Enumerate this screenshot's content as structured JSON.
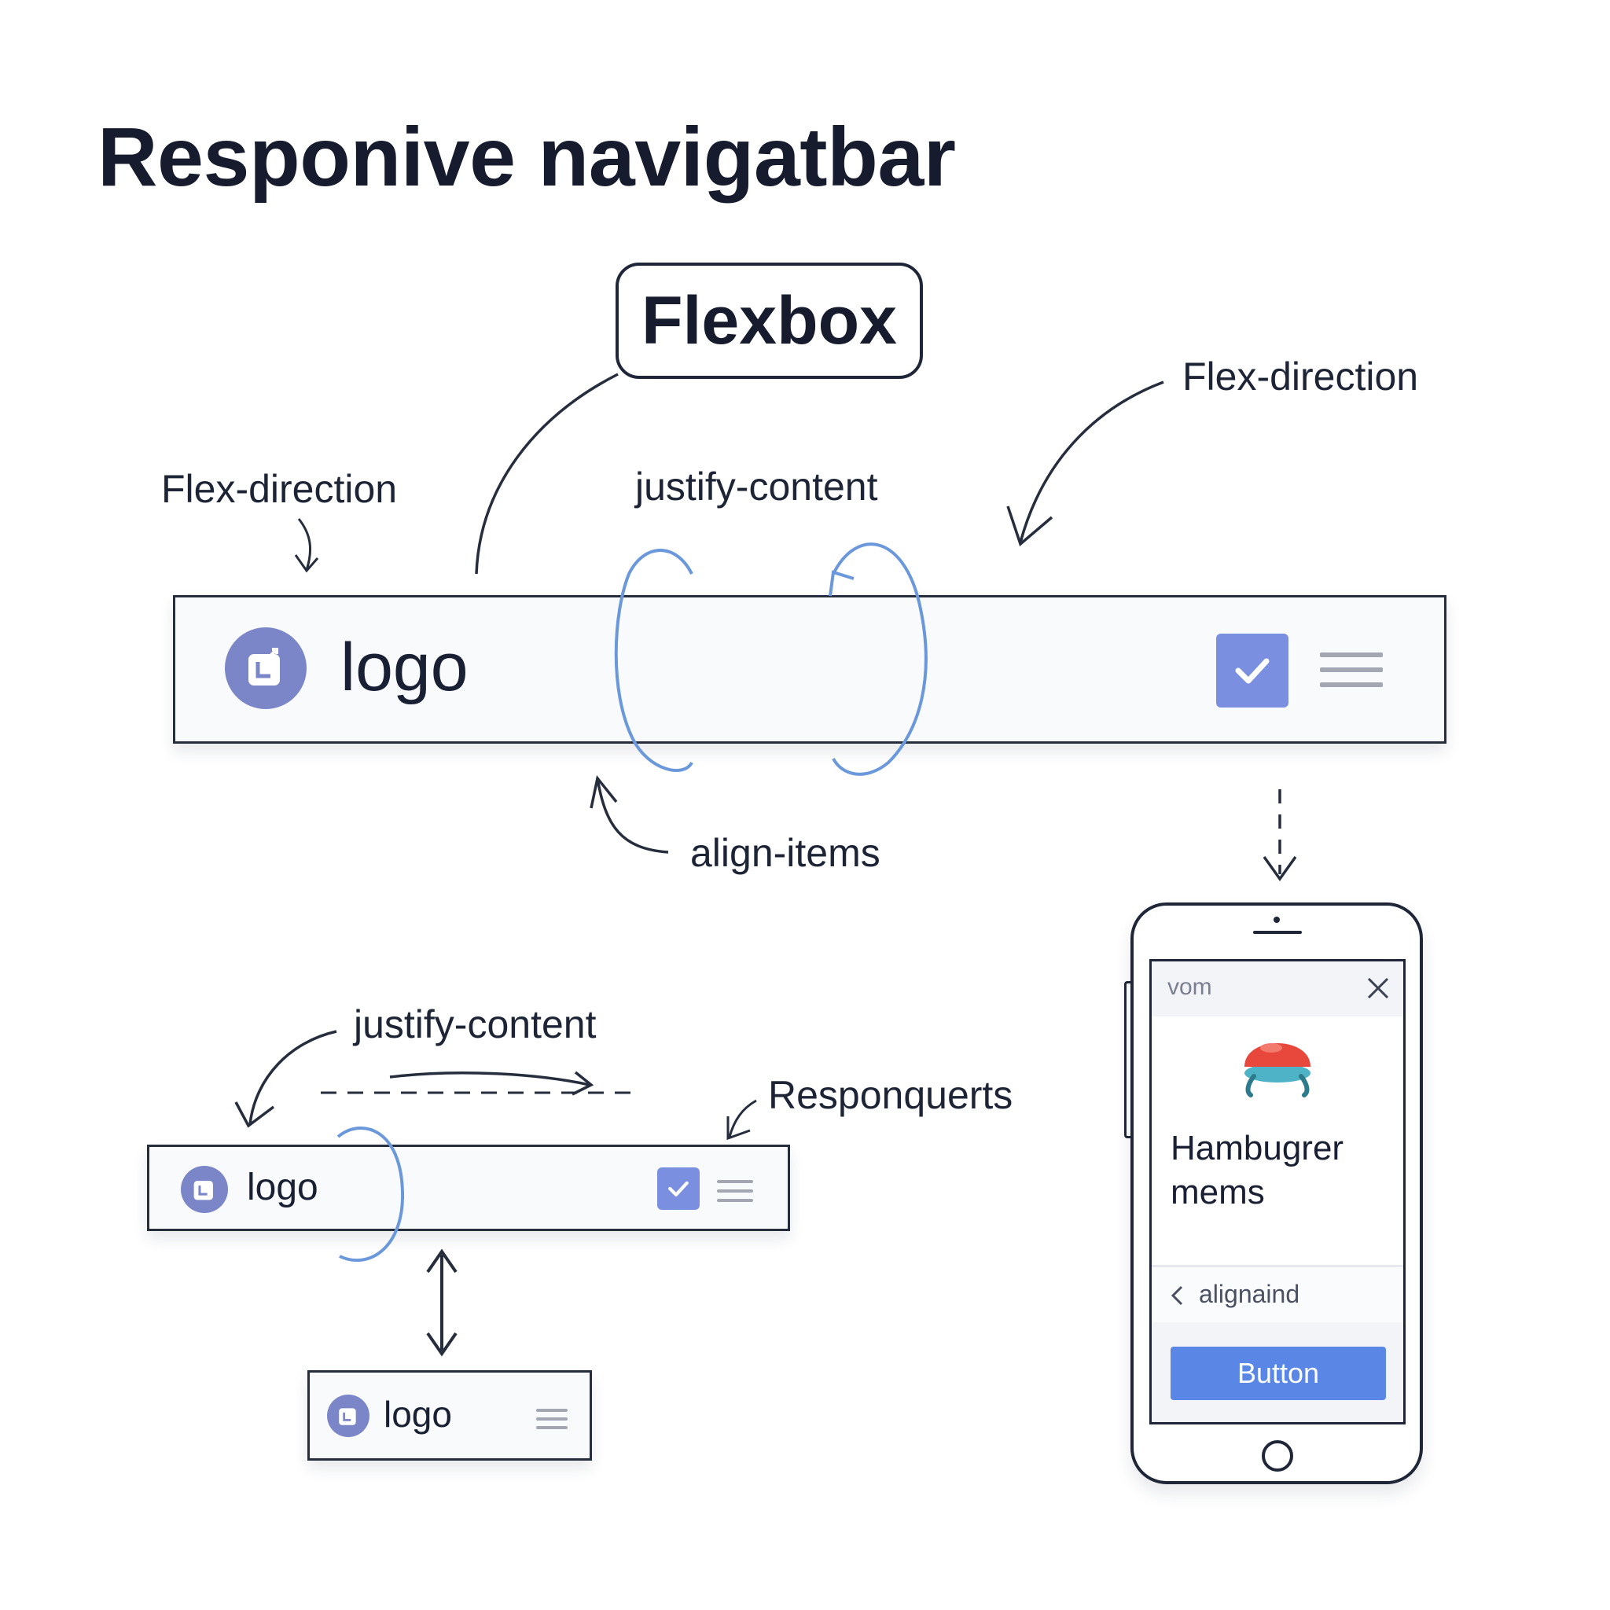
{
  "title": "Responive navigatbar",
  "flexbox_label": "Flexbox",
  "annotations": {
    "flex_direction_left": "Flex-direction",
    "flex_direction_right": "Flex-direction",
    "justify_content_top": "justify-content",
    "align_items": "align-items",
    "justify_content_bottom": "justify-content",
    "responquerts": "Responquerts"
  },
  "navbars": {
    "large": {
      "logo": "logo"
    },
    "medium": {
      "logo": "logo"
    },
    "small": {
      "logo": "logo"
    }
  },
  "phone": {
    "top_text": "vom",
    "menu_title": "Hambugrer mems",
    "back_text": "alignaind",
    "button_label": "Button"
  },
  "colors": {
    "accent_blue": "#5a87e5",
    "loop_blue": "#6a98db",
    "logo_purple": "#7b86c8",
    "check_blue": "#7b8fe0",
    "ink": "#1a2033"
  }
}
